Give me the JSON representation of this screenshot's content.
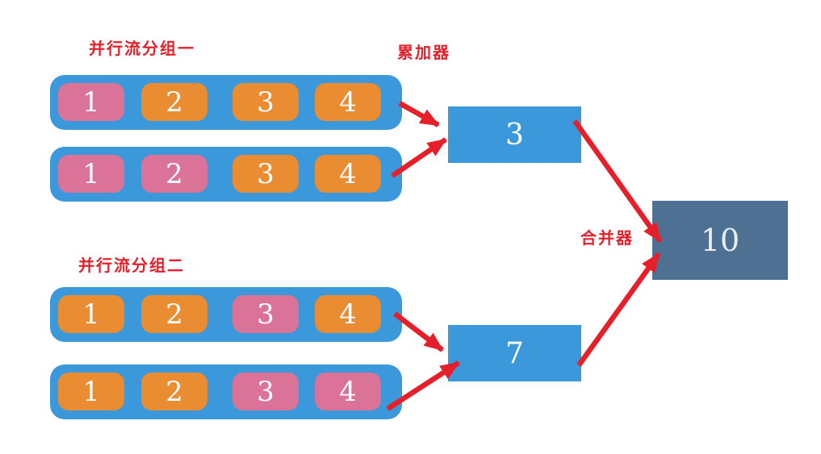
{
  "labels": {
    "group1": "并行流分组一",
    "group2": "并行流分组二",
    "accumulator": "累加器",
    "merger": "合并器"
  },
  "colors": {
    "container_blue": "#3B98DA",
    "cell_orange": "#EA8C31",
    "cell_pink": "#DB7298",
    "merger_slate": "#4E7092",
    "label_arrow_red": "#E6202A",
    "number_white": "#FFFFFF"
  },
  "groups": [
    {
      "label": "并行流分组一",
      "accumulator_value": "3",
      "rows": [
        {
          "cells": [
            {
              "value": "1",
              "color": "pink"
            },
            {
              "value": "2",
              "color": "orange"
            },
            {
              "value": "3",
              "color": "orange"
            },
            {
              "value": "4",
              "color": "orange"
            }
          ]
        },
        {
          "cells": [
            {
              "value": "1",
              "color": "pink"
            },
            {
              "value": "2",
              "color": "pink"
            },
            {
              "value": "3",
              "color": "orange"
            },
            {
              "value": "4",
              "color": "orange"
            }
          ]
        }
      ]
    },
    {
      "label": "并行流分组二",
      "accumulator_value": "7",
      "rows": [
        {
          "cells": [
            {
              "value": "1",
              "color": "orange"
            },
            {
              "value": "2",
              "color": "orange"
            },
            {
              "value": "3",
              "color": "pink"
            },
            {
              "value": "4",
              "color": "orange"
            }
          ]
        },
        {
          "cells": [
            {
              "value": "1",
              "color": "orange"
            },
            {
              "value": "2",
              "color": "orange"
            },
            {
              "value": "3",
              "color": "pink"
            },
            {
              "value": "4",
              "color": "pink"
            }
          ]
        }
      ]
    }
  ],
  "merger_value": "10"
}
